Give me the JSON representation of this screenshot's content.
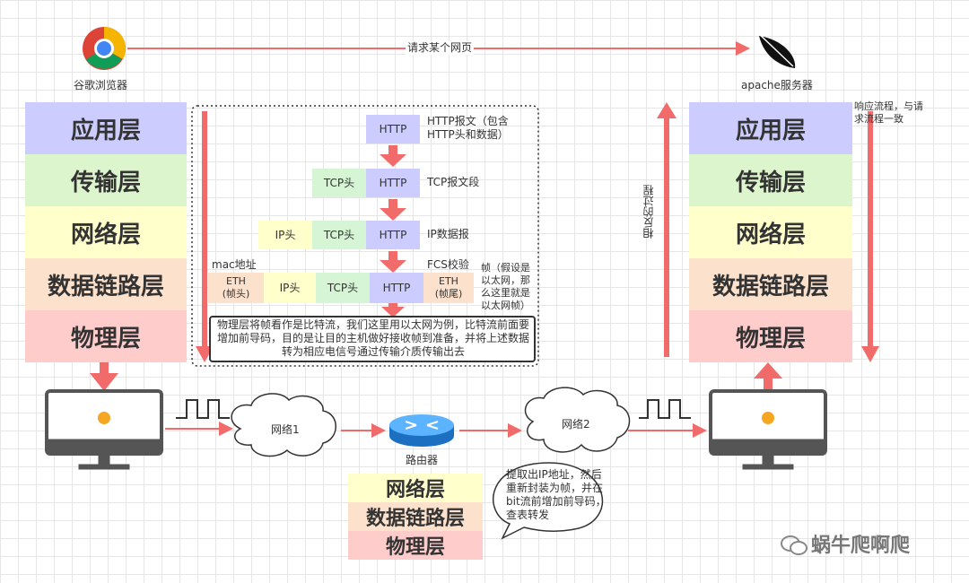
{
  "top": {
    "browser_label": "谷歌浏览器",
    "server_label": "apache服务器",
    "request_label": "请求某个网页"
  },
  "left_stack": [
    "应用层",
    "传输层",
    "网络层",
    "数据链路层",
    "物理层"
  ],
  "right_stack": [
    "应用层",
    "传输层",
    "网络层",
    "数据链路层",
    "物理层"
  ],
  "router_stack": [
    "网络层",
    "数据链路层",
    "物理层"
  ],
  "encapsulation": {
    "http": "HTTP",
    "tcp": "TCP头",
    "ip": "IP头",
    "eth_head": "ETH\n(帧头)",
    "eth_tail": "ETH\n(帧尾)",
    "http_desc": "HTTP报文（包含HTTP头和数据）",
    "tcp_desc": "TCP报文段",
    "ip_desc": "IP数据报",
    "mac_label": "mac地址",
    "fcs_label": "FCS校验",
    "frame_note": "帧（假设是以太网，那么这里就是以太网帧）",
    "physical_note": "物理层将帧看作是比特流，我们这里用以太网为例，比特流前面要增加前导码，目的是让目的主机做好接收帧到准备，并将上述数据转为相应电信号通过传输介质传输出去"
  },
  "right_notes": {
    "response": "响应流程，与请求流程一致",
    "reverse": "相反的过程"
  },
  "network": {
    "cloud1": "网络1",
    "cloud2": "网络2",
    "router": "路由器",
    "router_bubble": "提取出IP地址，然后重新封装为帧，并在bit流前增加前导码，查表转发"
  },
  "watermark": "蜗牛爬啊爬",
  "colors": {
    "arrow": "#f16b6b",
    "app": "#ccccff",
    "transport": "#ddf5cc",
    "network": "#ffffcc",
    "datalink": "#fce1cc",
    "physical": "#ffcccc"
  }
}
